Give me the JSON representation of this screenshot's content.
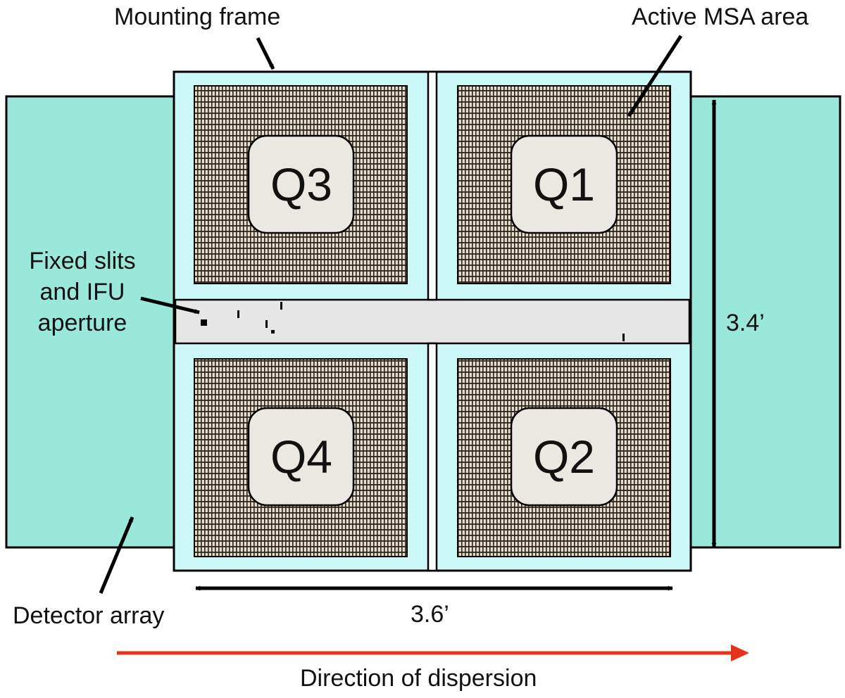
{
  "labels": {
    "mounting_frame": "Mounting frame",
    "active_msa_area": "Active MSA area",
    "fixed_slits_line1": "Fixed slits",
    "fixed_slits_line2": "and IFU",
    "fixed_slits_line3": "aperture",
    "detector_array": "Detector array",
    "height_dim": "3.4’",
    "width_dim": "3.6’",
    "dispersion": "Direction of dispersion"
  },
  "quadrants": {
    "q1": "Q1",
    "q2": "Q2",
    "q3": "Q3",
    "q4": "Q4"
  },
  "colors": {
    "detector_fill": "#9ae8da",
    "frame_fill": "#ccf8f8",
    "grid_background": "#e5dccb",
    "grid_lines": "#2a2418",
    "quadrant_label_box": "#ebe8e2",
    "fixed_slit_strip": "#e6e6e6",
    "dispersion_arrow": "#e8321e"
  }
}
